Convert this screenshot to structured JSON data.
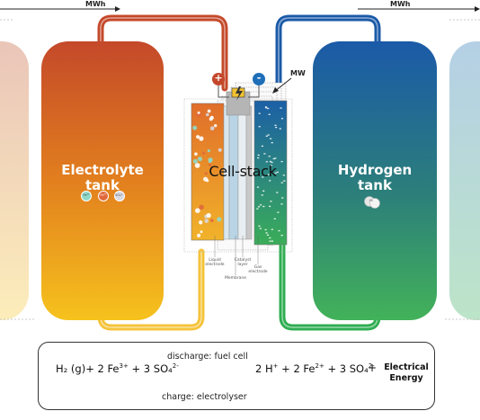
{
  "top_labels": {
    "left_mwh": "MWh",
    "right_mwh": "MWh"
  },
  "electrolyte_tank": {
    "title_line1": "Electrolyte",
    "title_line2": "tank",
    "ions": [
      "Fe²⁺",
      "Fe³⁺",
      "SO₄²⁻"
    ]
  },
  "hydrogen_tank": {
    "title_line1": "Hydrogen",
    "title_line2": "tank",
    "molecule": "H₂"
  },
  "cell_stack": {
    "title": "Cell-stack",
    "plus": "+",
    "minus": "-",
    "power_label": "MW",
    "layer_labels": {
      "liquid_electrode": "Liquid electrode",
      "membrane": "Membrane",
      "catalyst_layer": "Catalyst layer",
      "gas_electrode": "Gas electrode"
    }
  },
  "equation": {
    "discharge_label": "discharge: fuel cell",
    "charge_label": "charge: electrolyser",
    "lhs_h2": "H₂ (g)",
    "lhs_fe": "+ 2 Fe",
    "lhs_fe_charge": "3+",
    "lhs_so4": "+ 3 SO₄",
    "lhs_so4_charge": "2-",
    "rhs_h": "2 H",
    "rhs_h_charge": "+",
    "rhs_fe": "+ 2 Fe",
    "rhs_fe_charge": "2+",
    "rhs_so4": "+ 3 SO₄",
    "rhs_so4_charge": "2-",
    "plus": "+",
    "energy_line1": "Electrical",
    "energy_line2": "Energy"
  },
  "colors": {
    "electrolyte_top": "#c4492a",
    "electrolyte_bottom": "#f6c21d",
    "hydrogen_top": "#1b5aa8",
    "hydrogen_bottom": "#3cab57",
    "positive": "#c3472a",
    "negative": "#1f6fb8"
  }
}
